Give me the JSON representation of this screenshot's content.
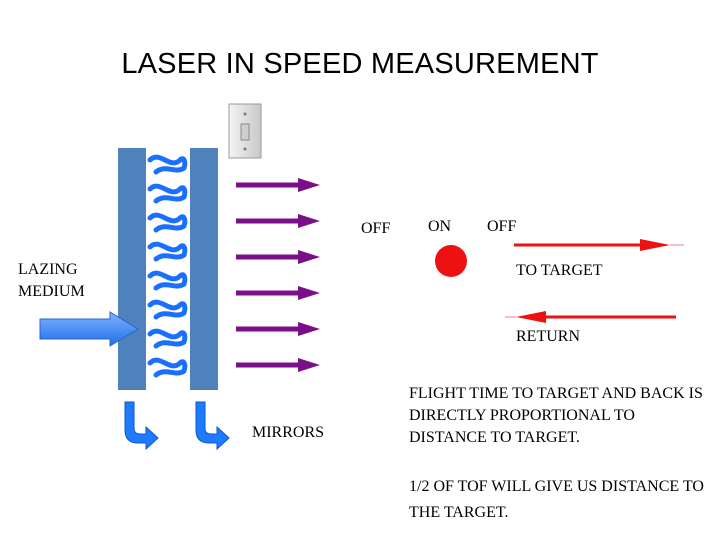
{
  "title": "LASER IN SPEED MEASUREMENT",
  "labels": {
    "lazing_medium": "LAZING MEDIUM",
    "mirrors": "MIRRORS",
    "off_left": "OFF",
    "on": "ON",
    "off_right": "OFF",
    "to_target": "TO TARGET",
    "return": "RETURN",
    "flight_time": "FLIGHT TIME TO TARGET AND BACK IS DIRECTLY PROPORTIONAL TO DISTANCE TO TARGET.",
    "half_tof": "1/2 OF TOF WILL GIVE US DISTANCE TO THE TARGET."
  },
  "colors": {
    "mirror": "#4f81bd",
    "wave": "#1a6fff",
    "beam_arrow": "#7b0f8a",
    "input_arrow": "#3a86ff",
    "on_indicator": "#ee1111",
    "pulse": "#ee1111"
  },
  "icons": {
    "switch": "light-switch-icon",
    "indicator": "on-indicator-dot"
  }
}
